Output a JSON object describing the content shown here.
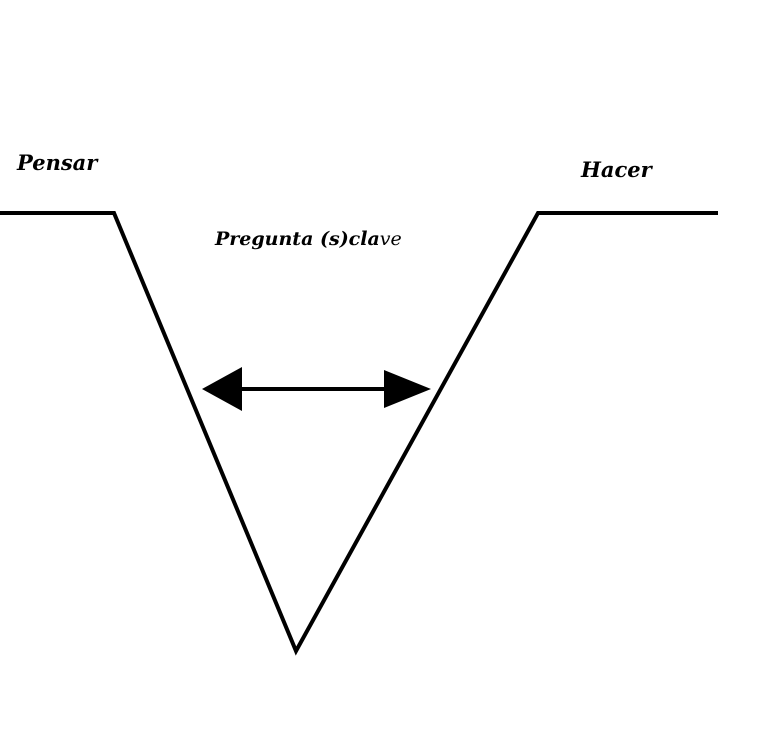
{
  "diagram": {
    "label_left": "Pensar",
    "label_right": "Hacer",
    "label_center_main": "Pregunta (s)cla",
    "label_center_tail": "ve",
    "colors": {
      "stroke": "#000000",
      "background": "#ffffff"
    },
    "shapes": {
      "v_shape": "V-shaped valley line with horizontal shoulders",
      "arrow": "double-headed horizontal arrow"
    }
  }
}
